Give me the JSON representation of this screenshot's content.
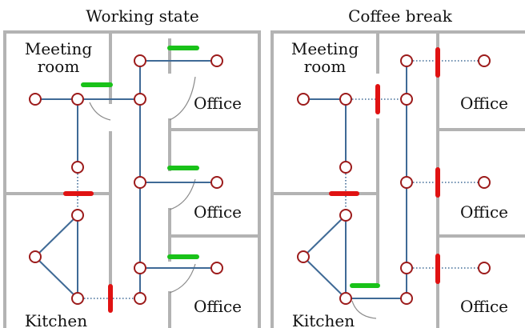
{
  "panels": [
    {
      "title": "Working state",
      "rooms": [
        "Meeting",
        "room",
        "Office",
        "Office",
        "Office",
        "Kitchen"
      ]
    },
    {
      "title": "Coffee break",
      "rooms": [
        "Meeting",
        "room",
        "Office",
        "Office",
        "Office",
        "Kitchen"
      ]
    }
  ],
  "legend": {
    "open_door_color": "#19c219",
    "closed_door_color": "#e01212",
    "node_color": "#9c1b1b",
    "edge_color": "#3f6a96",
    "wall_color": "#b3b3b3"
  }
}
